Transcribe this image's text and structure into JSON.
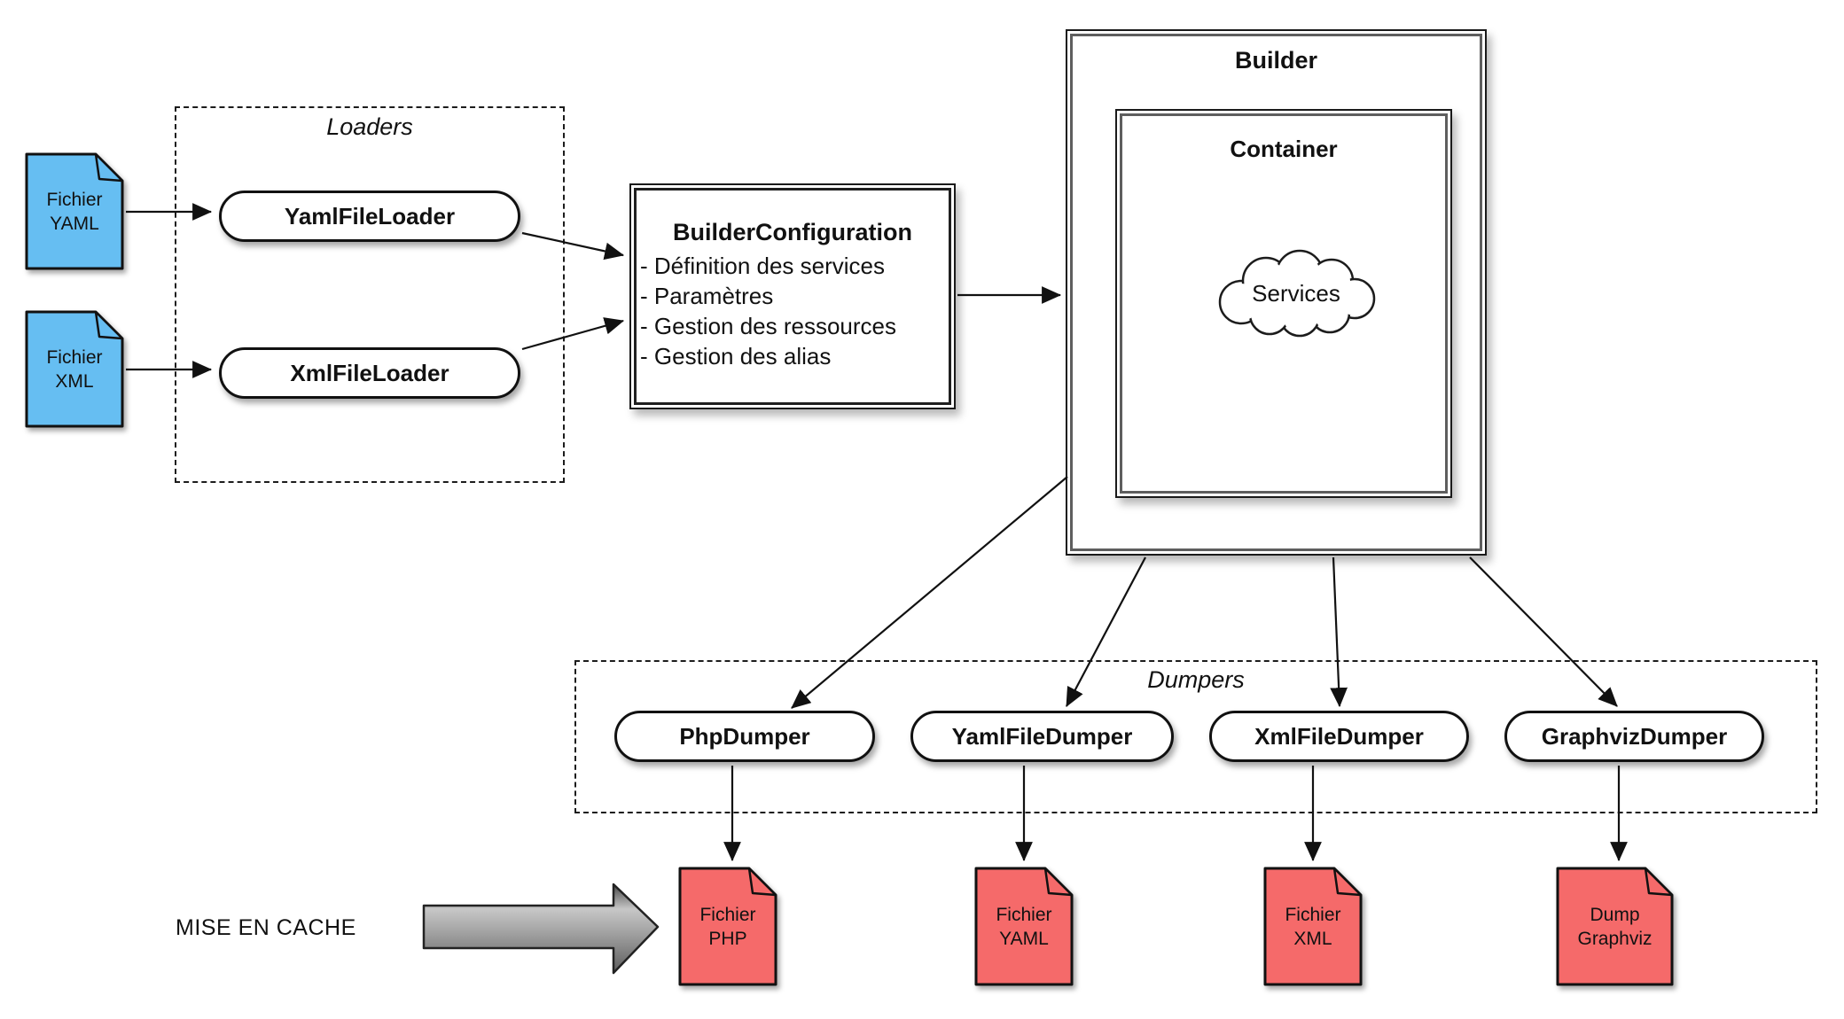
{
  "diagram": {
    "sources": [
      {
        "line1": "Fichier",
        "line2": "YAML"
      },
      {
        "line1": "Fichier",
        "line2": "XML"
      }
    ],
    "loaders_group": {
      "title": "Loaders",
      "items": [
        "YamlFileLoader",
        "XmlFileLoader"
      ]
    },
    "builder_configuration": {
      "title": "BuilderConfiguration",
      "items": [
        "- Définition des services",
        "- Paramètres",
        "- Gestion des ressources",
        "- Gestion des alias"
      ]
    },
    "builder": {
      "title": "Builder",
      "container": {
        "title": "Container",
        "cloud_label": "Services"
      }
    },
    "dumpers_group": {
      "title": "Dumpers",
      "items": [
        "PhpDumper",
        "YamlFileDumper",
        "XmlFileDumper",
        "GraphvizDumper"
      ]
    },
    "outputs": [
      {
        "line1": "Fichier",
        "line2": "PHP"
      },
      {
        "line1": "Fichier",
        "line2": "YAML"
      },
      {
        "line1": "Fichier",
        "line2": "XML"
      },
      {
        "line1": "Dump",
        "line2": "Graphviz"
      }
    ],
    "cache_label": "MISE EN CACHE",
    "colors": {
      "source_fill": "#66BEF2",
      "output_fill": "#F56A6A",
      "line": "#111111"
    }
  }
}
